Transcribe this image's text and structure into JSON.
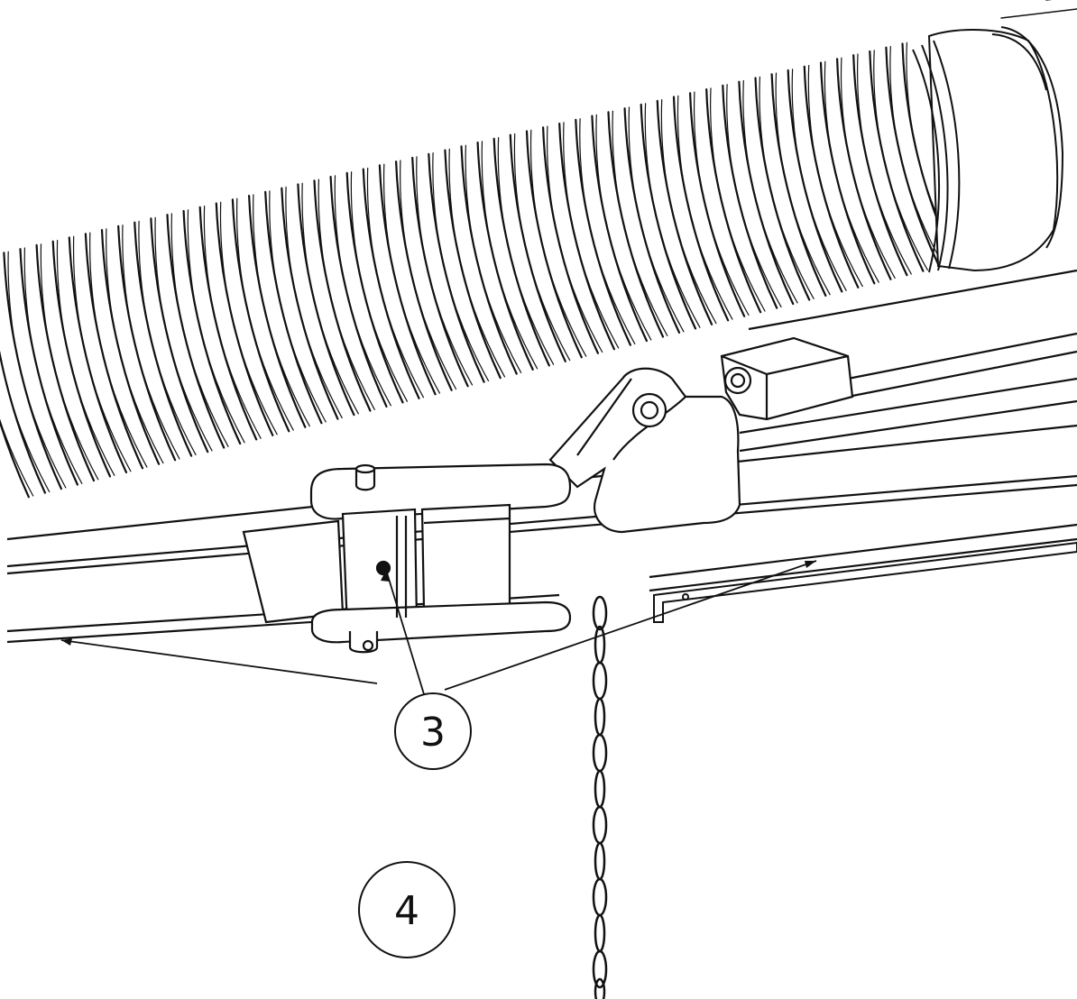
{
  "callouts": [
    {
      "id": "3",
      "label": "3"
    },
    {
      "id": "4",
      "label": "4"
    }
  ],
  "colors": {
    "line": "#111111",
    "fill": "#ffffff"
  }
}
